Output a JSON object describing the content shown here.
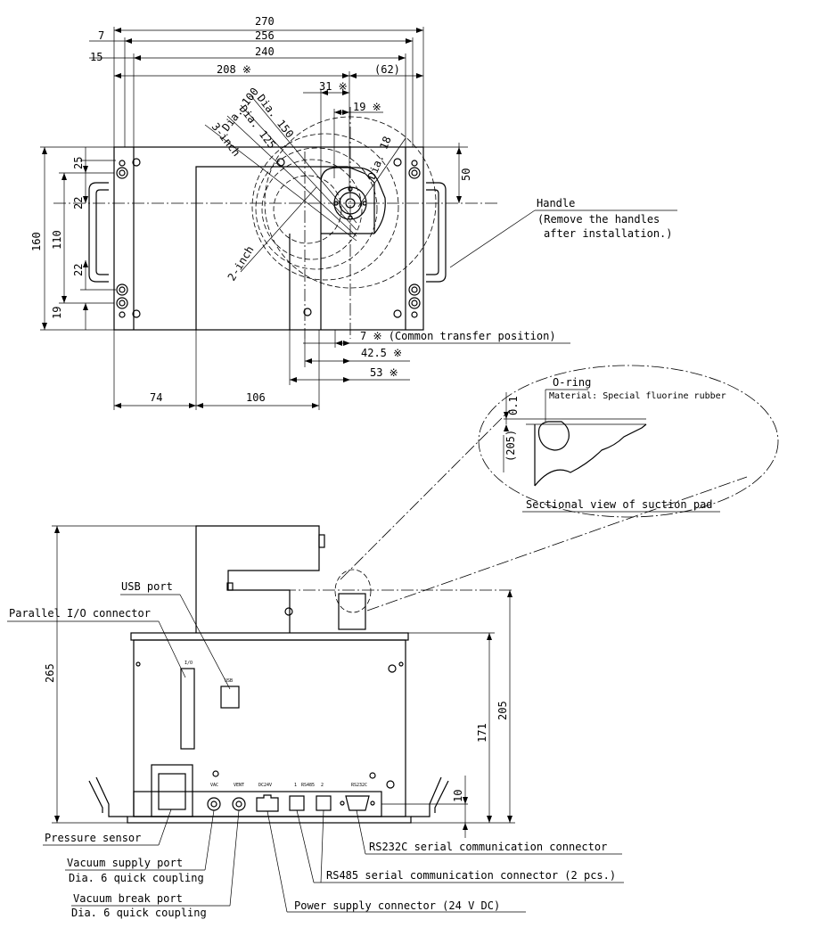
{
  "top_view": {
    "dimensions": {
      "d270": "270",
      "d256": "256",
      "d240": "240",
      "d208": "208 ※",
      "d62": "(62)",
      "d7_left": "7",
      "d15": "15",
      "d31": "31 ※",
      "d19_top": "19 ※",
      "d50": "50",
      "d160": "160",
      "d110": "110",
      "d25": "25",
      "d22_top": "22",
      "d22_bottom": "22",
      "d19_bottom": "19",
      "d7_common": "7 ※ (Common transfer position)",
      "d42_5": "42.5 ※",
      "d53": "53 ※",
      "d74": "74",
      "d106": "106"
    },
    "wafer_labels": {
      "dia150": "Dia. 150",
      "dia125": "Dia. 125",
      "dia100": "Dia. 100",
      "inch3": "3-inch",
      "inch2": "2-inch",
      "dia18": "Dia. 18"
    },
    "handle": {
      "title": "Handle",
      "note_line1": "(Remove the handles",
      "note_line2": "after installation.)"
    }
  },
  "section_view": {
    "oring_label": "O-ring",
    "material_label": "Material: Special fluorine rubber",
    "d0_1": "0.1",
    "d205": "(205)",
    "caption": "Sectional view of suction pad"
  },
  "front_view": {
    "dimensions": {
      "d265": "265",
      "d205": "205",
      "d171": "171",
      "d10": "10"
    },
    "panel_marks": {
      "io": "I/O",
      "usb": "USB",
      "vac": "VAC",
      "vent": "VENT",
      "dc24v": "DC24V",
      "rs485_1": "1",
      "rs485": "RS485",
      "rs485_2": "2",
      "rs232c": "RS232C"
    },
    "callouts": {
      "usb_port": "USB port",
      "parallel_io": "Parallel I/O connector",
      "pressure_sensor": "Pressure sensor",
      "vacuum_supply": "Vacuum supply port",
      "vacuum_supply_sub": "Dia. 6 quick coupling",
      "vacuum_break": "Vacuum break port",
      "vacuum_break_sub": "Dia. 6 quick coupling",
      "power_supply": "Power supply connector (24 V DC)",
      "rs485_connector": "RS485 serial communication connector (2 pcs.)",
      "rs232c_connector": "RS232C serial communication connector"
    }
  }
}
